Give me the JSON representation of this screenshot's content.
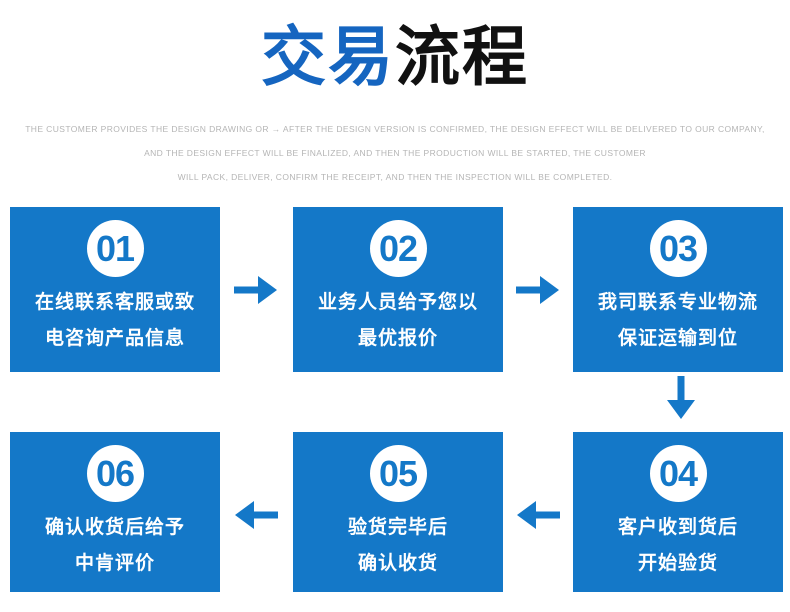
{
  "title": {
    "part1": "交易",
    "part2": "流程"
  },
  "subtitle": {
    "line1": "THE CUSTOMER PROVIDES THE DESIGN DRAWING OR → AFTER THE DESIGN VERSION IS CONFIRMED, THE DESIGN EFFECT WILL BE DELIVERED TO OUR COMPANY,",
    "line2": "AND THE DESIGN EFFECT WILL BE FINALIZED, AND THEN THE PRODUCTION WILL BE STARTED, THE CUSTOMER",
    "line3": "WILL PACK, DELIVER, CONFIRM THE RECEIPT, AND THEN THE INSPECTION WILL BE COMPLETED."
  },
  "colors": {
    "title_blue": "#1565c0",
    "title_black": "#111111",
    "box_blue": "#1478c8",
    "arrow_blue": "#1478c8",
    "subtitle_gray": "#b5b5b5",
    "step_text_white": "#ffffff"
  },
  "steps": [
    {
      "number": "01",
      "line1": "在线联系客服或致",
      "line2": "电咨询产品信息"
    },
    {
      "number": "02",
      "line1": "业务人员给予您以",
      "line2": "最优报价"
    },
    {
      "number": "03",
      "line1": "我司联系专业物流",
      "line2": "保证运输到位"
    },
    {
      "number": "04",
      "line1": "客户收到货后",
      "line2": "开始验货"
    },
    {
      "number": "05",
      "line1": "验货完毕后",
      "line2": "确认收货"
    },
    {
      "number": "06",
      "line1": "确认收货后给予",
      "line2": "中肯评价"
    }
  ]
}
